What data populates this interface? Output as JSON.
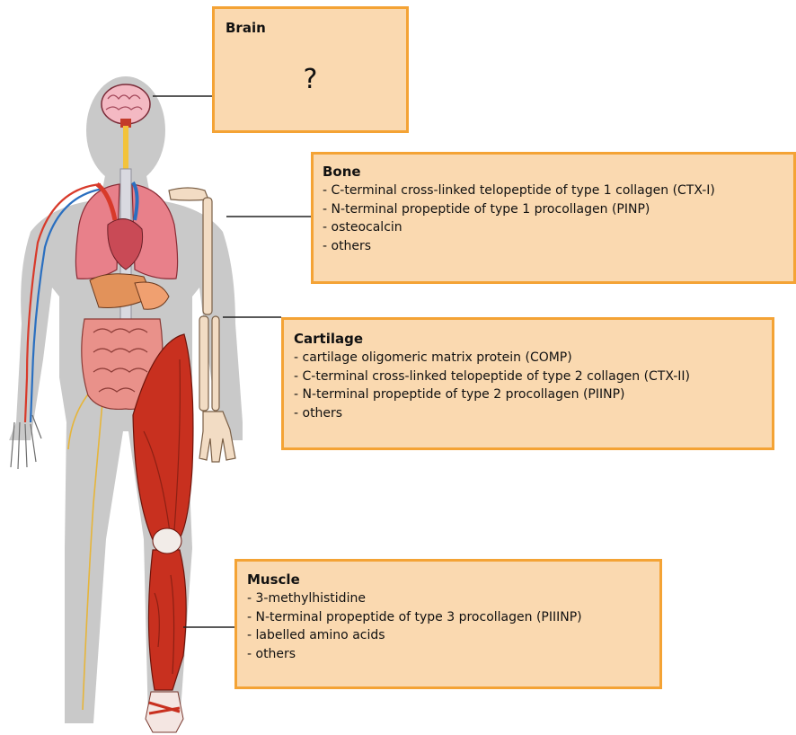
{
  "boxes": {
    "brain": {
      "title": "Brain",
      "content": "?"
    },
    "bone": {
      "title": "Bone",
      "items": [
        "- C-terminal cross-linked telopeptide of type 1 collagen (CTX-I)",
        "- N-terminal propeptide of type 1 procollagen (PINP)",
        "- osteocalcin",
        "- others"
      ]
    },
    "cartilage": {
      "title": "Cartilage",
      "items": [
        "- cartilage oligomeric matrix protein (COMP)",
        "- C-terminal cross-linked telopeptide of type 2 collagen (CTX-II)",
        "- N-terminal propeptide of type 2 procollagen (PIINP)",
        "- others"
      ]
    },
    "muscle": {
      "title": "Muscle",
      "items": [
        "- 3-methylhistidine",
        "- N-terminal propeptide of type 3 procollagen (PIIINP)",
        "- labelled amino acids",
        "- others"
      ]
    }
  },
  "colors": {
    "box_fill": "#fad9b0",
    "box_border": "#f4a335",
    "body_silhouette": "#c9c9c9",
    "lung": "#e8808a",
    "heart": "#c94a56",
    "muscle": "#c8301f",
    "bone": "#f2dcc4",
    "artery": "#d83a2a",
    "vein": "#2a6fc0",
    "nerve": "#e6b53a"
  }
}
